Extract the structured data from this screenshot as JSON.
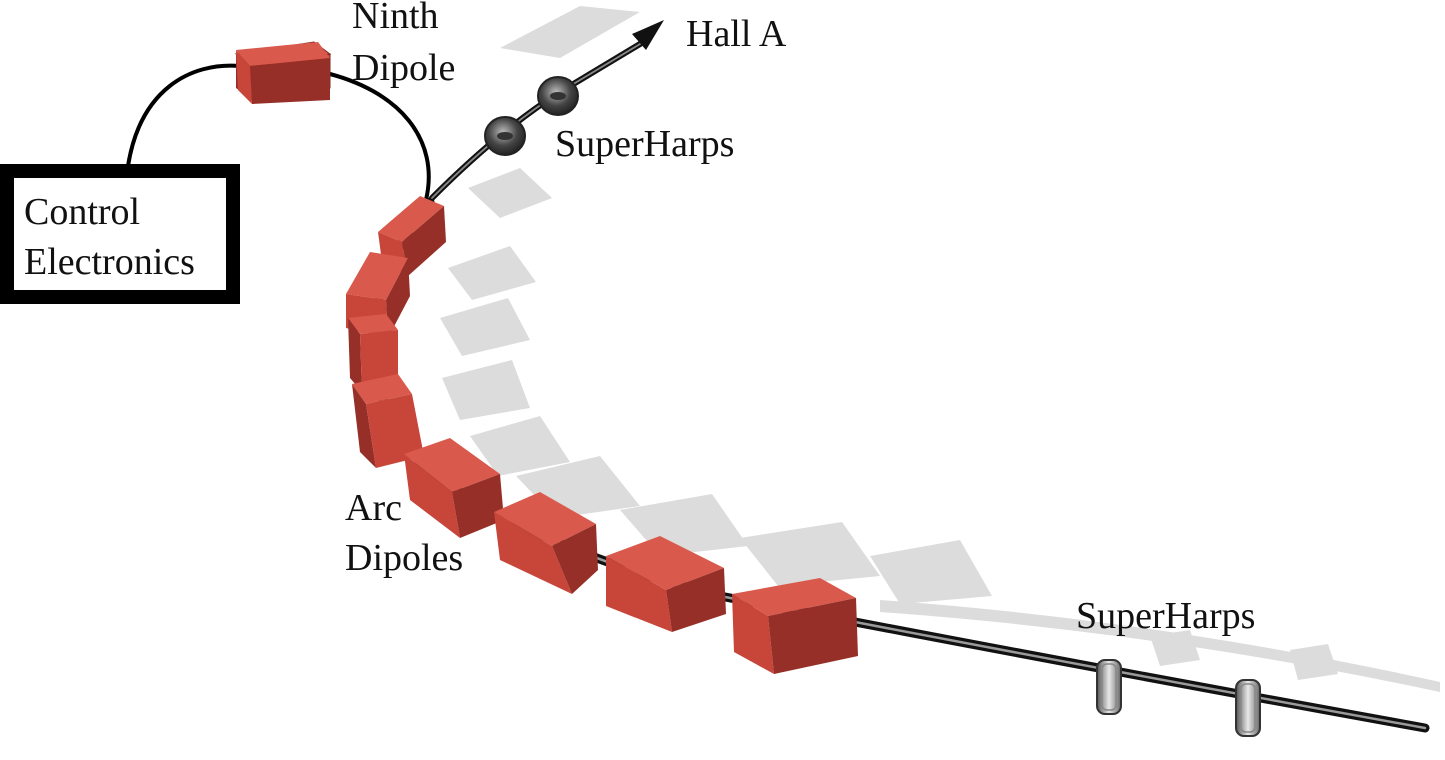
{
  "labels": {
    "ninth_dipole_line1": "Ninth",
    "ninth_dipole_line2": "Dipole",
    "hall_a": "Hall A",
    "superharps_top": "SuperHarps",
    "control_line1": "Control",
    "control_line2": "Electronics",
    "arc_dipoles_line1": "Arc",
    "arc_dipoles_line2": "Dipoles",
    "superharps_bottom": "SuperHarps"
  },
  "colors": {
    "dipole_front": "#c8453a",
    "dipole_top": "#d95a4c",
    "dipole_side": "#962f28",
    "beam_pipe": "#222222",
    "shadow": "#dcdcdc",
    "harp_dark": "#444444",
    "harp_light": "#cccccc"
  },
  "icons": {
    "arrow": "arrow-head-icon",
    "harp": "superharp-ring-icon",
    "dipole": "dipole-magnet-icon"
  }
}
